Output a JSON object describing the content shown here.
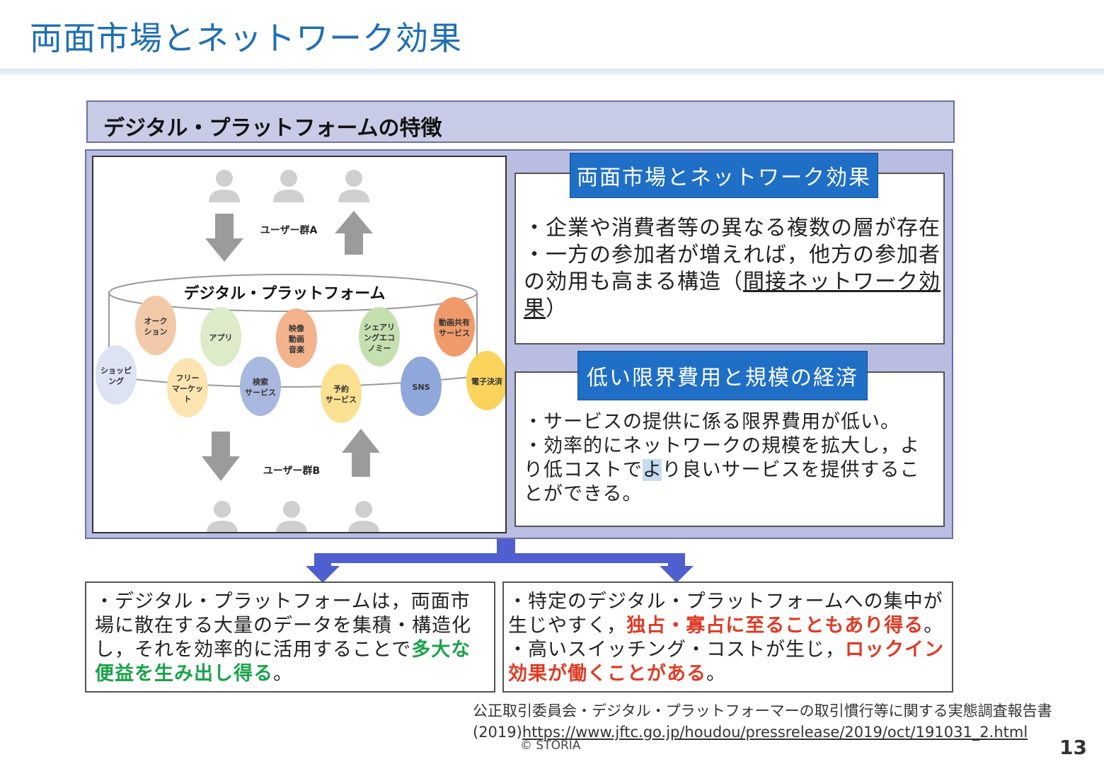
{
  "slide": {
    "title": "両面市場とネットワーク効果",
    "page_number": "13",
    "copyright": "© STORIA"
  },
  "section_header": "デジタル・プラットフォームの特徴",
  "diagram": {
    "user_group_a": "ユーザー群A",
    "user_group_b": "ユーザー群B",
    "platform_label": "デジタル・プラットフォーム",
    "services": [
      {
        "label": [
          "オーク",
          "ション"
        ],
        "color": "#f2c9a8"
      },
      {
        "label": [
          "アプリ"
        ],
        "color": "#dcebc8"
      },
      {
        "label": [
          "映像",
          "動画",
          "音楽"
        ],
        "color": "#f3b38c"
      },
      {
        "label": [
          "シェアリ",
          "ングエコ",
          "ノミー"
        ],
        "color": "#c5e0b0"
      },
      {
        "label": [
          "動画共有",
          "サービス"
        ],
        "color": "#f09a6a"
      },
      {
        "label": [
          "ショッピ",
          "ング"
        ],
        "color": "#dde3f3"
      },
      {
        "label": [
          "フリー",
          "マーケッ",
          "ト"
        ],
        "color": "#fbe4b0"
      },
      {
        "label": [
          "検索",
          "サービス"
        ],
        "color": "#a9b8df"
      },
      {
        "label": [
          "予約",
          "サービス"
        ],
        "color": "#fbe191"
      },
      {
        "label": [
          "SNS"
        ],
        "color": "#8fa7da"
      },
      {
        "label": [
          "電子決済"
        ],
        "color": "#f9d35c"
      }
    ]
  },
  "box1": {
    "title": "両面市場とネットワーク効果",
    "line1": "・企業や消費者等の異なる複数の層が存在",
    "line2_a": "・一方の参加者が増えれば，他方の参加者の効用も高まる構造（",
    "line2_u": "間接ネットワーク効果",
    "line2_b": "）"
  },
  "box2": {
    "title": "低い限界費用と規模の経済",
    "line1": "・サービスの提供に係る限界費用が低い。",
    "line2_a": "・効率的にネットワークの規模を拡大し，より低コストで",
    "line2_hl": "よ",
    "line2_b": "り良いサービスを提供することができる。"
  },
  "bottom_left": {
    "text_a": "・デジタル・プラットフォームは，両面市場に散在する大量のデータを集積・構造化し，それを効率的に活用することで",
    "text_bold": "多大な便益を生み出し得る",
    "text_b": "。"
  },
  "bottom_right": {
    "text_a": "・特定のデジタル・プラットフォームへの集中が生じやすく，",
    "text_bold1": "独占・寡占に至ることもあり得る",
    "text_b": "。",
    "text_c": "・高いスイッチング・コストが生じ，",
    "text_bold2": "ロックイン効果が働くことがある",
    "text_d": "。"
  },
  "source": {
    "text": "公正取引委員会・デジタル・プラットフォーマーの取引慣行等に関する実態調査報告書(2019)",
    "url": "https://www.jftc.go.jp/houdou/pressrelease/2019/oct/191031_2.html"
  }
}
